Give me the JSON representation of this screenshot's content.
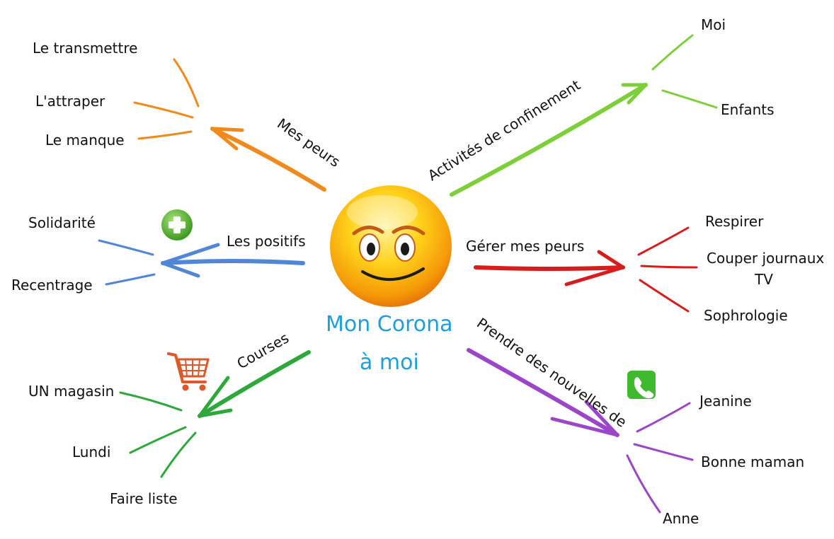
{
  "center": {
    "title_line1": "Mon Corona",
    "title_line2": "à moi",
    "icon": "smiley-face"
  },
  "branches": {
    "peurs": {
      "label": "Mes peurs",
      "color": "#f08a1c",
      "children": [
        "Le transmettre",
        "L'attraper",
        "Le manque"
      ]
    },
    "confinement": {
      "label": "Activités de confinement",
      "color": "#7dcf3a",
      "children": [
        "Moi",
        "Enfants"
      ]
    },
    "positifs": {
      "label": "Les positifs",
      "color": "#4f86d6",
      "icon": "plus-icon",
      "children": [
        "Solidarité",
        "Recentrage"
      ]
    },
    "gerer": {
      "label": "Gérer mes peurs",
      "color": "#d81c1c",
      "children": [
        "Respirer",
        "Couper journaux",
        "TV",
        "Sophrologie"
      ]
    },
    "courses": {
      "label": "Courses",
      "color": "#2ea83a",
      "icon": "shopping-cart-icon",
      "children": [
        "UN magasin",
        "Lundi",
        "Faire liste"
      ]
    },
    "nouvelles": {
      "label": "Prendre des nouvelles de",
      "color": "#9b45c8",
      "icon": "phone-icon",
      "children": [
        "Jeanine",
        "Bonne maman",
        "Anne"
      ]
    }
  }
}
